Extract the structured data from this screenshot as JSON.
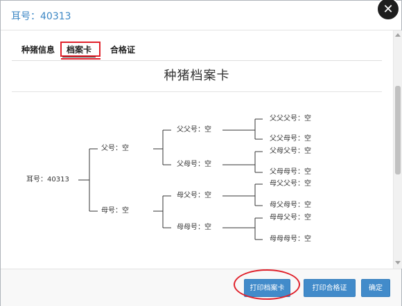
{
  "dialog": {
    "title": "耳号：40313",
    "close_icon": "close-icon"
  },
  "tabs": [
    {
      "label": "种猪信息",
      "active": false
    },
    {
      "label": "档案卡",
      "active": true
    },
    {
      "label": "合格证",
      "active": false
    }
  ],
  "card": {
    "title": "种猪档案卡"
  },
  "pedigree": {
    "root": "耳号：40313",
    "sire": "父号：空",
    "dam": "母号：空",
    "sire_sire": "父父号：空",
    "sire_dam": "父母号：空",
    "dam_sire": "母父号：空",
    "dam_dam": "母母号：空",
    "sss": "父父父号：空",
    "ssd": "父父母号：空",
    "sds": "父母父号：空",
    "sdd": "父母母号：空",
    "dss": "母父父号：空",
    "dsd": "母父母号：空",
    "dds": "母母父号：空",
    "ddd": "母母母号：空"
  },
  "footer": {
    "print_card_label": "打印档案卡",
    "print_cert_label": "打印合格证",
    "confirm_label": "确定"
  },
  "colors": {
    "title": "#3a86c4",
    "button": "#428bca",
    "annotation": "#e0202a"
  }
}
